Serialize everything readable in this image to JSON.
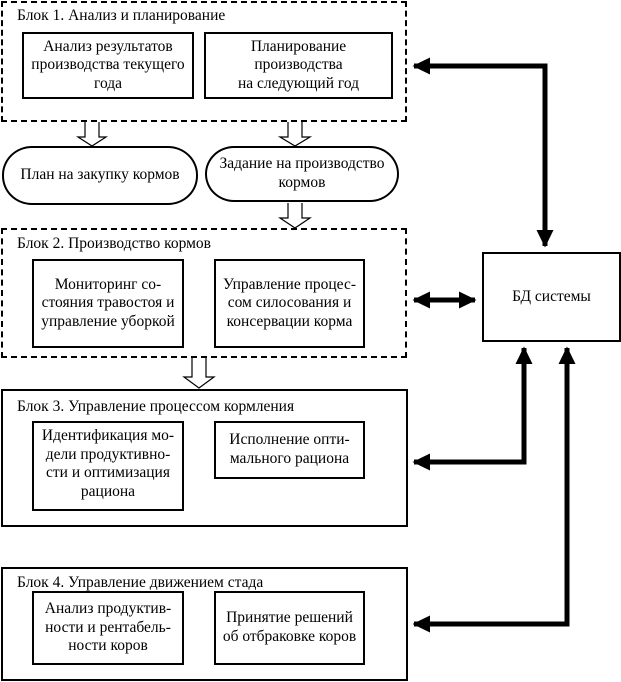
{
  "diagram": {
    "block1": {
      "title": "Блок 1. Анализ и планирование",
      "box1": [
        "Анализ результатов",
        "производства  текущего",
        "года"
      ],
      "box2": [
        "Планирование",
        "производства",
        "на следующий год"
      ]
    },
    "intermediate": {
      "pill1": [
        "План на закупку кормов"
      ],
      "pill2": [
        "Задание на производство",
        "кормов"
      ]
    },
    "block2": {
      "title": "Блок 2. Производство кормов",
      "box1": [
        "Мониторинг со-",
        "стояния травостоя и",
        "управление уборкой"
      ],
      "box2": [
        "Управление процес-",
        "сом силосования и",
        "консервации  корма"
      ]
    },
    "block3": {
      "title": "Блок 3. Управление процессом кормления",
      "box1": [
        "Идентификация мо-",
        "дели продуктивно-",
        "сти и оптимизация",
        "рациона"
      ],
      "box2": [
        "Исполнение опти-",
        "мального рациона"
      ]
    },
    "block4": {
      "title": "Блок 4. Управление движением стада",
      "box1": [
        "Анализ продуктив-",
        "ности и рентабель-",
        "ности коров"
      ],
      "box2": [
        "Принятие решений",
        "об отбраковке коров"
      ]
    },
    "database": {
      "label": "БД системы"
    }
  }
}
